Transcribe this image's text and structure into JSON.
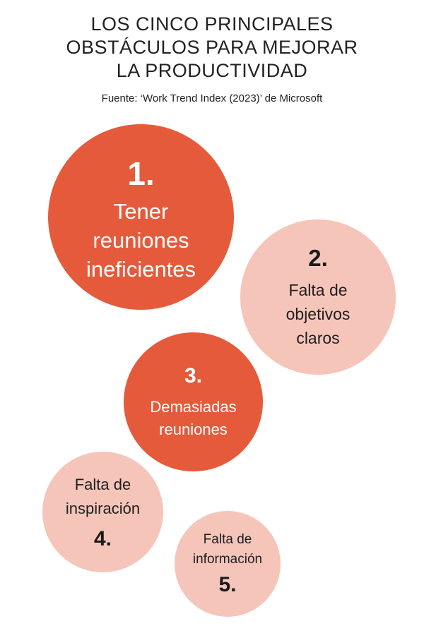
{
  "header": {
    "title_lines": [
      "LOS CINCO PRINCIPALES",
      "OBSTÁCULOS PARA MEJORAR",
      "LA PRODUCTIVIDAD"
    ],
    "source": "Fuente: ‘Work Trend Index (2023)’ de Microsoft"
  },
  "obstacles": [
    {
      "number": "1.",
      "label": "Tener\nreuniones\nineficientes",
      "color": "#e65a3c"
    },
    {
      "number": "2.",
      "label": "Falta de\nobjetivos\nclaros",
      "color": "#f6c5ba"
    },
    {
      "number": "3.",
      "label": "Demasiadas\nreuniones",
      "color": "#e65a3c"
    },
    {
      "number": "4.",
      "label": "Falta de\ninspiración",
      "color": "#f6c5ba"
    },
    {
      "number": "5.",
      "label": "Falta de\ninformación",
      "color": "#f6c5ba"
    }
  ]
}
